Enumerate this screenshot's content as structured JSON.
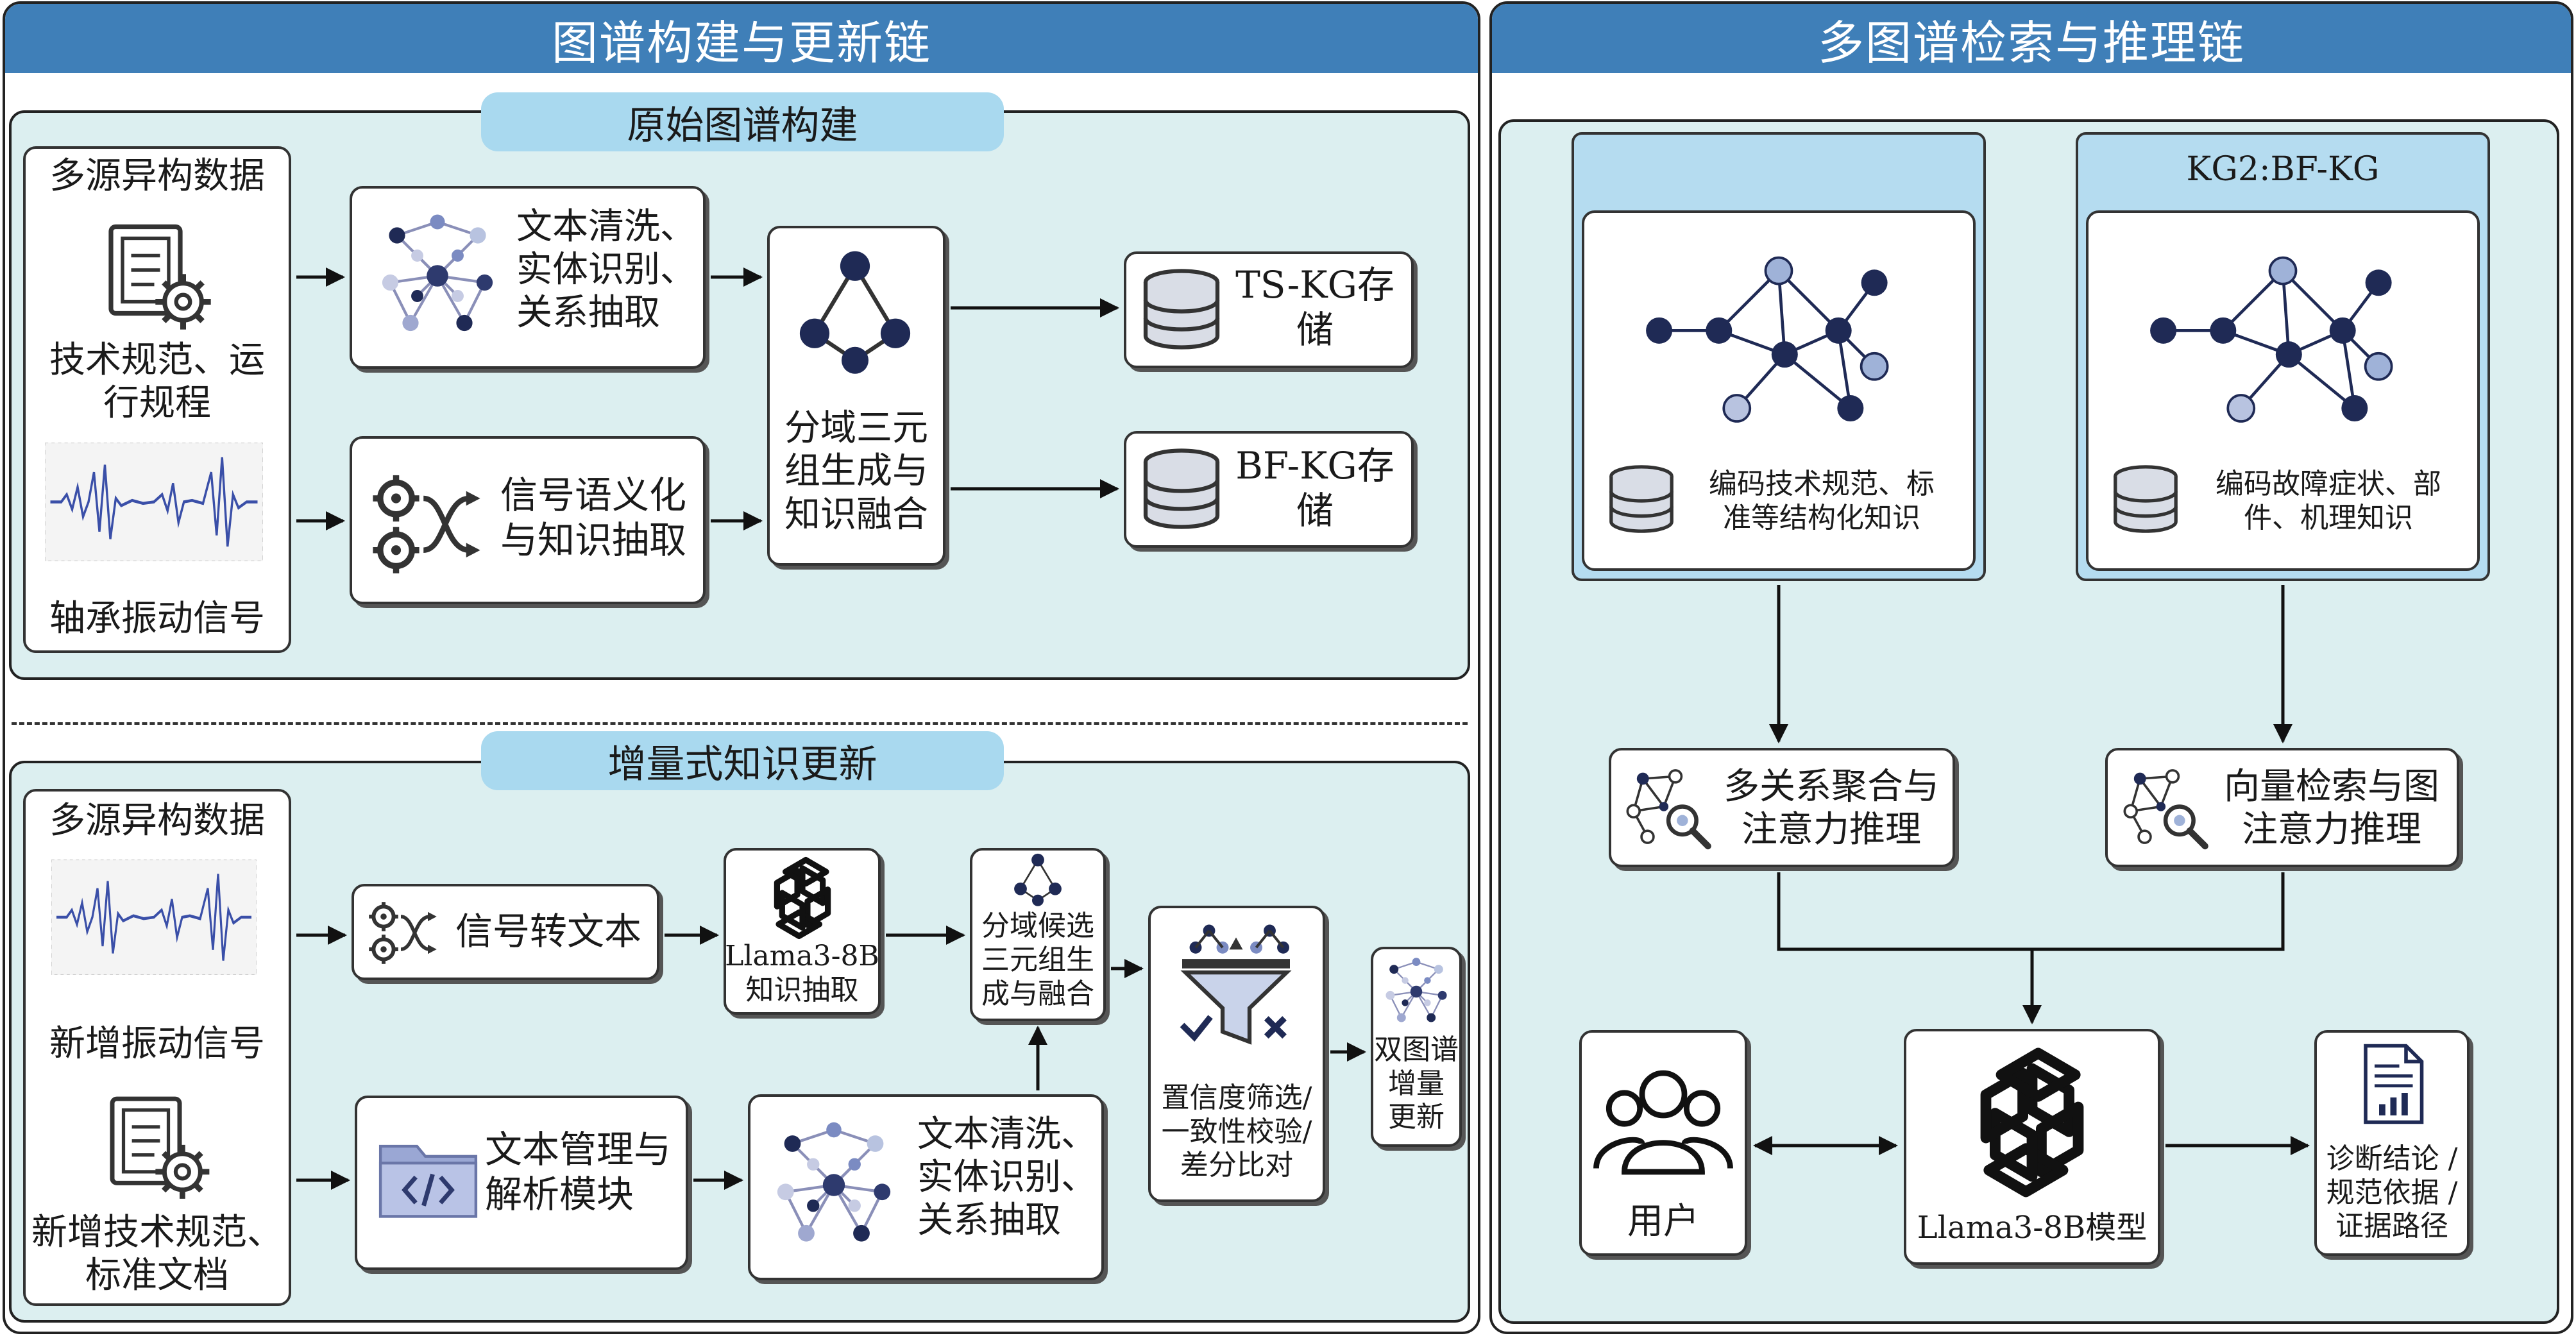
{
  "left_panel": {
    "title": "图谱构建与更新链",
    "construct": {
      "title": "原始图谱构建",
      "sources_title": "多源异构数据",
      "doc_label": "技术规范、运\n行规程",
      "signal_label": "轴承振动信号",
      "text_process": "文本清洗、\n实体识别、\n关系抽取",
      "signal_process": "信号语义化\n与知识抽取",
      "fusion": "分域三元\n组生成与\n知识融合",
      "store_ts": "TS-KG存储",
      "store_bf": "BF-KG存储"
    },
    "update": {
      "title": "增量式知识更新",
      "sources_title": "多源异构数据",
      "signal_label": "新增振动信号",
      "doc_label": "新增技术规范、\n标准文档",
      "sig2text": "信号转文本",
      "llama_extract": "Llama3-8B\n知识抽取",
      "candidate": "分域候选\n三元组生\n成与融合",
      "text_mgmt": "文本管理与\n解析模块",
      "text_process": "文本清洗、\n实体识别、\n关系抽取",
      "filter": "置信度筛选/\n一致性校验/\n差分比对",
      "dual_update": "双图谱\n增量\n更新"
    }
  },
  "right_panel": {
    "title": "多图谱检索与推理链",
    "kg1": {
      "title": "",
      "desc": "编码技术规范、标\n准等结构化知识"
    },
    "kg2": {
      "title": "KG2:BF-KG",
      "desc": "编码故障症状、部\n件、机理知识"
    },
    "reason1": "多关系聚合与\n注意力推理",
    "reason2": "向量检索与图\n注意力推理",
    "user": "用户",
    "llama_model": "Llama3-8B模型",
    "output": "诊断结论 /\n规范依据 /\n证据路径"
  },
  "icons": [
    "document-gear-icon",
    "waveform-icon",
    "network-graph-icon",
    "gears-shuffle-icon",
    "triangle-graph-icon",
    "database-icon",
    "openai-logo-icon",
    "funnel-filter-icon",
    "folder-code-icon",
    "graph-search-icon",
    "users-icon",
    "report-icon"
  ],
  "colors": {
    "header_blue": "#3f7fb8",
    "section_bg": "#dceff0",
    "pill_blue": "#a9d9ef",
    "kg_header_blue": "#b5dcf0",
    "node_dark": "#1f2a55",
    "node_light": "#9fb2d8",
    "wave_blue": "#3a4fa8"
  }
}
